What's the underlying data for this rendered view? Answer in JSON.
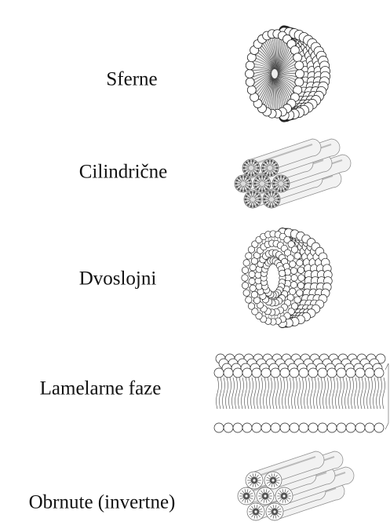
{
  "figure": {
    "rows": [
      {
        "label": "Sferne",
        "structure": "spherical-micelle"
      },
      {
        "label": "Cilindrične",
        "structure": "cylindrical-micelles"
      },
      {
        "label": "Dvoslojni",
        "structure": "bilayer-vesicle"
      },
      {
        "label": "Lamelarne faze",
        "structure": "lamellar-phase"
      },
      {
        "label": "Obrnute (invertne)",
        "structure": "inverted-cylindrical-micelles"
      }
    ]
  }
}
